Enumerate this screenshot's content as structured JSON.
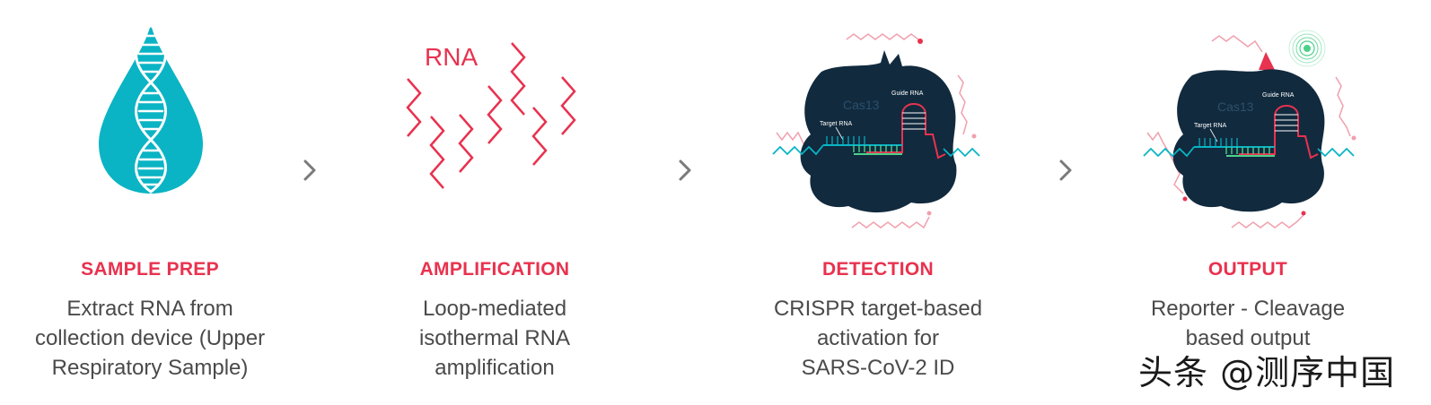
{
  "colors": {
    "accent": "#e8324f",
    "teal": "#0ab4c4",
    "dark_blob": "#112a3e",
    "text": "#4a4a4a",
    "chevron": "#7a7a7a"
  },
  "stages": [
    {
      "title": "SAMPLE PREP",
      "description": [
        "Extract RNA from",
        "collection device (Upper",
        "Respiratory Sample)"
      ],
      "icon": "dna-droplet-icon"
    },
    {
      "title": "AMPLIFICATION",
      "description": [
        "Loop-mediated",
        "isothermal RNA",
        "amplification"
      ],
      "icon": "rna-strands-icon",
      "illustration_label": "RNA"
    },
    {
      "title": "DETECTION",
      "description": [
        "CRISPR target-based",
        "activation for",
        "SARS-CoV-2 ID"
      ],
      "icon": "cas13-complex-icon",
      "labels": {
        "protein": "Cas13",
        "guide": "Guide RNA",
        "target": "Target RNA"
      }
    },
    {
      "title": "OUTPUT",
      "description": [
        "Reporter - Cleavage",
        "based output"
      ],
      "icon": "cas13-cleavage-signal-icon",
      "labels": {
        "protein": "Cas13",
        "guide": "Guide RNA",
        "target": "Target RNA"
      }
    }
  ],
  "arrows": [
    "chevron-right-icon",
    "chevron-right-icon",
    "chevron-right-icon"
  ],
  "watermark": "头条 @测序中国"
}
